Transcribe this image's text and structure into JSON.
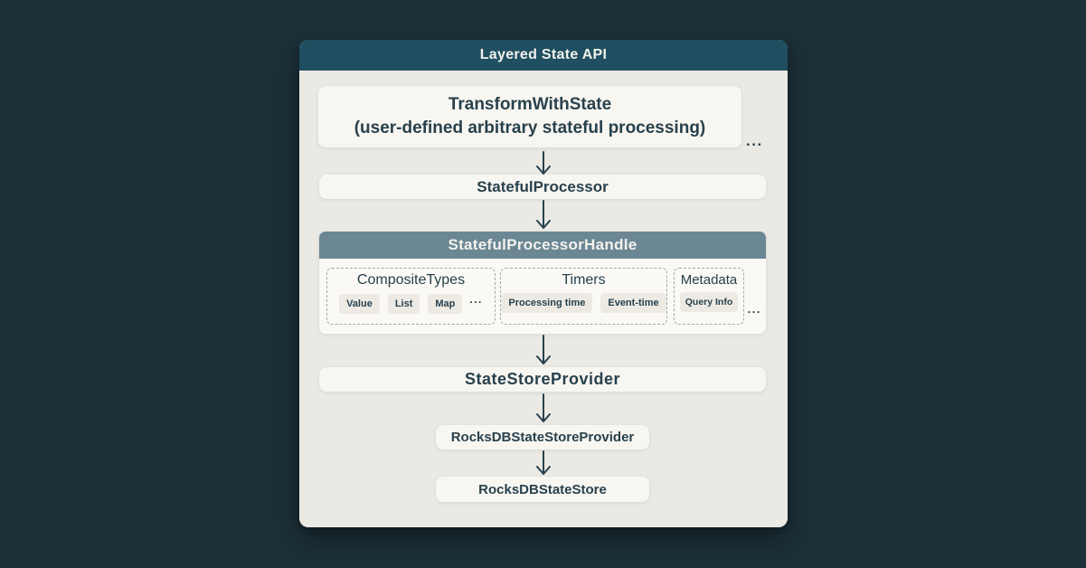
{
  "colors": {
    "page_bg": "#1c3038",
    "panel_bg": "#ebe9e4",
    "header_bg": "#1f4f60",
    "header_text": "#f3f2ee",
    "handle_header_bg": "#6b8794",
    "handle_body_bg": "#faf9f5",
    "box_bg": "#f8f6f1",
    "chip_bg": "#edeae4",
    "text_dark": "#28414d",
    "dashed_border": "#a3aaae",
    "arrow": "#28414d"
  },
  "header": {
    "title": "Layered State API"
  },
  "nodes": {
    "transform": {
      "line1": "TransformWithState",
      "line2": "(user-defined arbitrary stateful processing)",
      "ellipsis": "..."
    },
    "stateful_processor": {
      "label": "StatefulProcessor"
    },
    "handle": {
      "label": "StatefulProcessorHandle",
      "groups": [
        {
          "title": "CompositeTypes",
          "chips": [
            "Value",
            "List",
            "Map"
          ],
          "ellipsis": "..."
        },
        {
          "title": "Timers",
          "chips": [
            "Processing time",
            "Event-time"
          ]
        },
        {
          "title": "Metadata",
          "chips": [
            "Query Info"
          ]
        }
      ],
      "ellipsis": "..."
    },
    "state_store_provider": {
      "label": "StateStoreProvider"
    },
    "rocksdb_provider": {
      "label": "RocksDBStateStoreProvider"
    },
    "rocksdb_store": {
      "label": "RocksDBStateStore"
    }
  }
}
